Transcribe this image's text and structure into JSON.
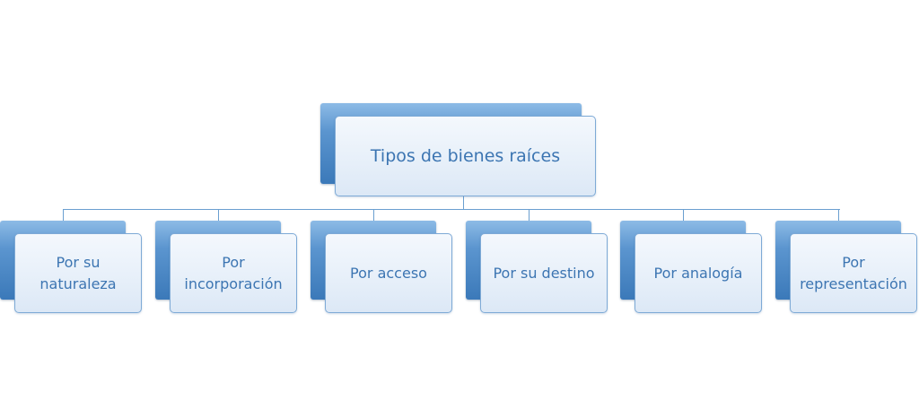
{
  "diagram": {
    "root": {
      "label": "Tipos de bienes raíces"
    },
    "children": [
      {
        "label": "Por su naturaleza"
      },
      {
        "label": "Por incorporación"
      },
      {
        "label": "Por acceso"
      },
      {
        "label": "Por su destino"
      },
      {
        "label": "Por analogía"
      },
      {
        "label": "Por representación"
      }
    ]
  },
  "colors": {
    "box_dark": "#3b79b9",
    "box_light": "#e6eff9",
    "text": "#3c75b2",
    "connector": "#6a9fd0"
  }
}
